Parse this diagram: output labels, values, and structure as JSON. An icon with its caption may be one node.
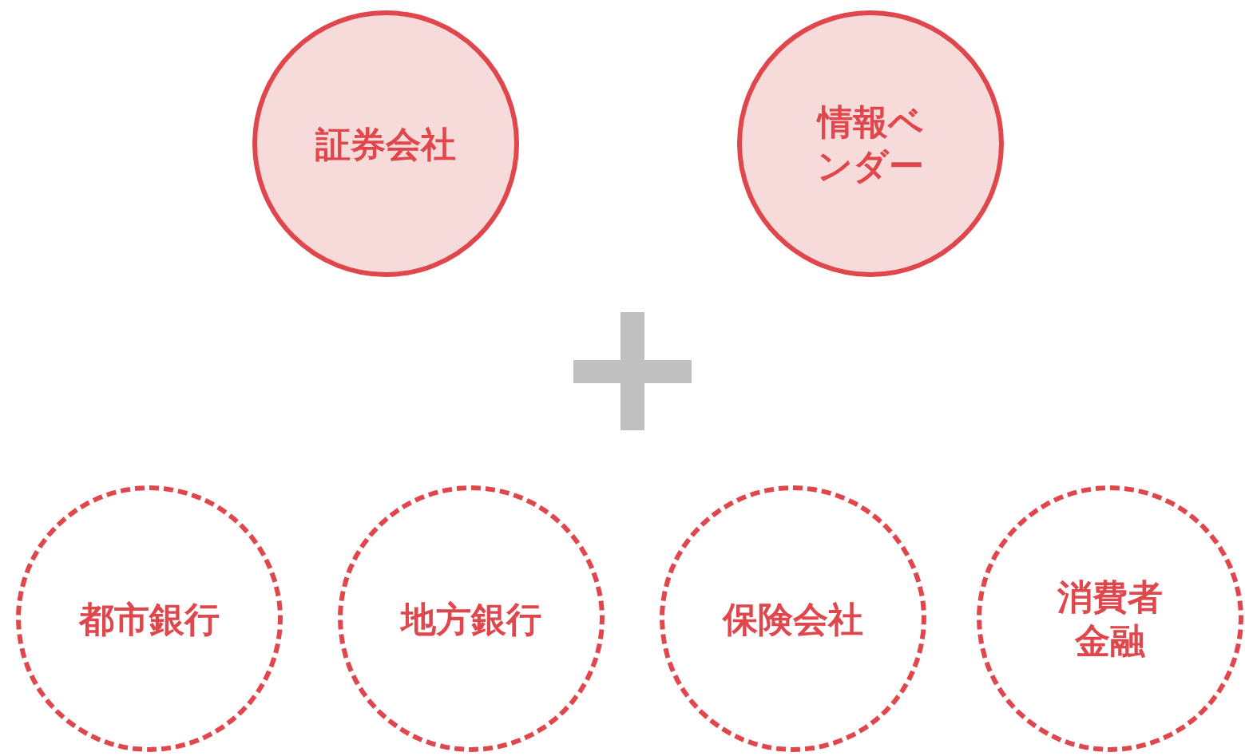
{
  "diagram": {
    "nodes": [
      {
        "text": [
          "証券会社"
        ]
      },
      {
        "text": [
          "情報ベンダー"
        ]
      },
      {
        "text": [
          "都市銀行"
        ]
      },
      {
        "text": [
          "地方銀行"
        ]
      },
      {
        "text": [
          "保険会社"
        ]
      },
      {
        "text": [
          "消費者金融"
        ]
      }
    ]
  }
}
